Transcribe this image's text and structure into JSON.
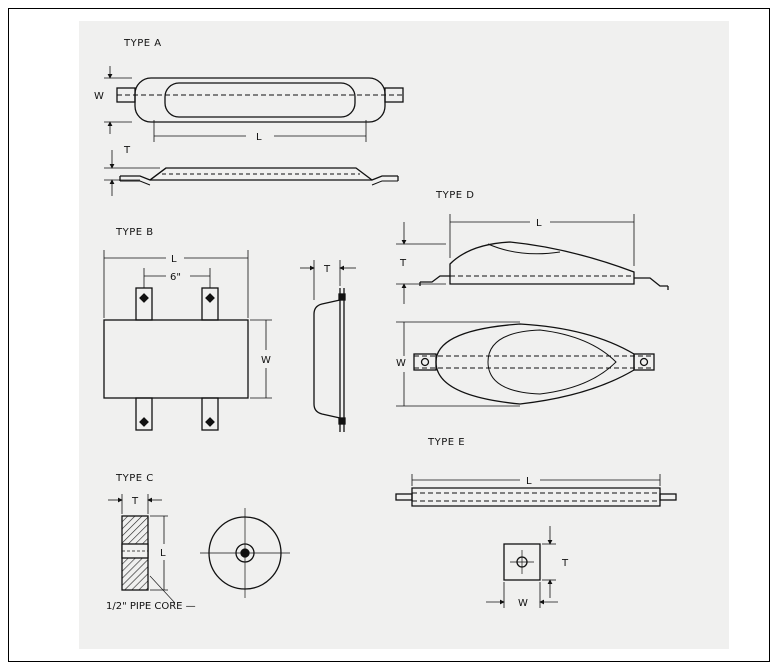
{
  "types": {
    "a": "TYPE A",
    "b": "TYPE B",
    "c": "TYPE C",
    "d": "TYPE D",
    "e": "TYPE E"
  },
  "dims": {
    "w": "W",
    "l": "L",
    "t": "T",
    "six_inch": "6\""
  },
  "notes": {
    "pipe_core": "1/2\" PIPE CORE —"
  },
  "colors": {
    "paper": "#f0f0ef",
    "ink": "#111111"
  }
}
